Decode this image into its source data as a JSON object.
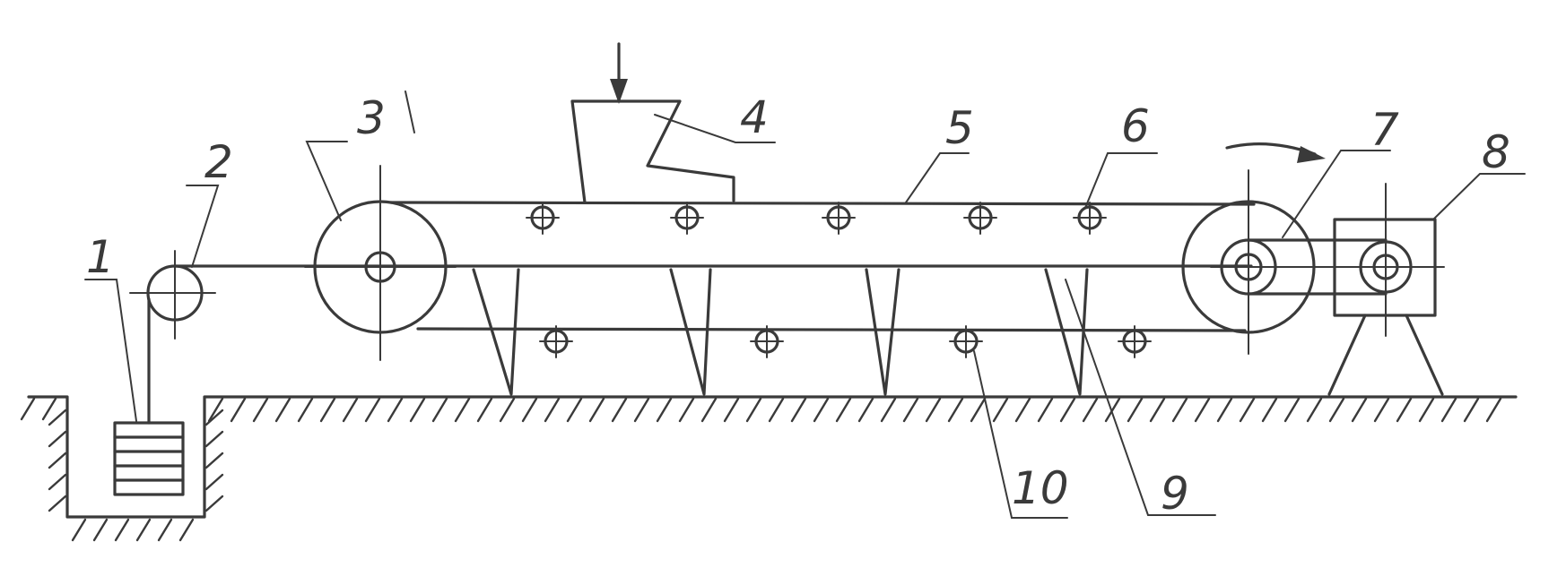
{
  "labels": {
    "l1": "1",
    "l2": "2",
    "l3": "3",
    "l4": "4",
    "l5": "5",
    "l6": "6",
    "l7": "7",
    "l8": "8",
    "l9": "9",
    "l10": "10"
  },
  "colors": {
    "ink": "#3a3a3a",
    "paper": "#ffffff"
  }
}
